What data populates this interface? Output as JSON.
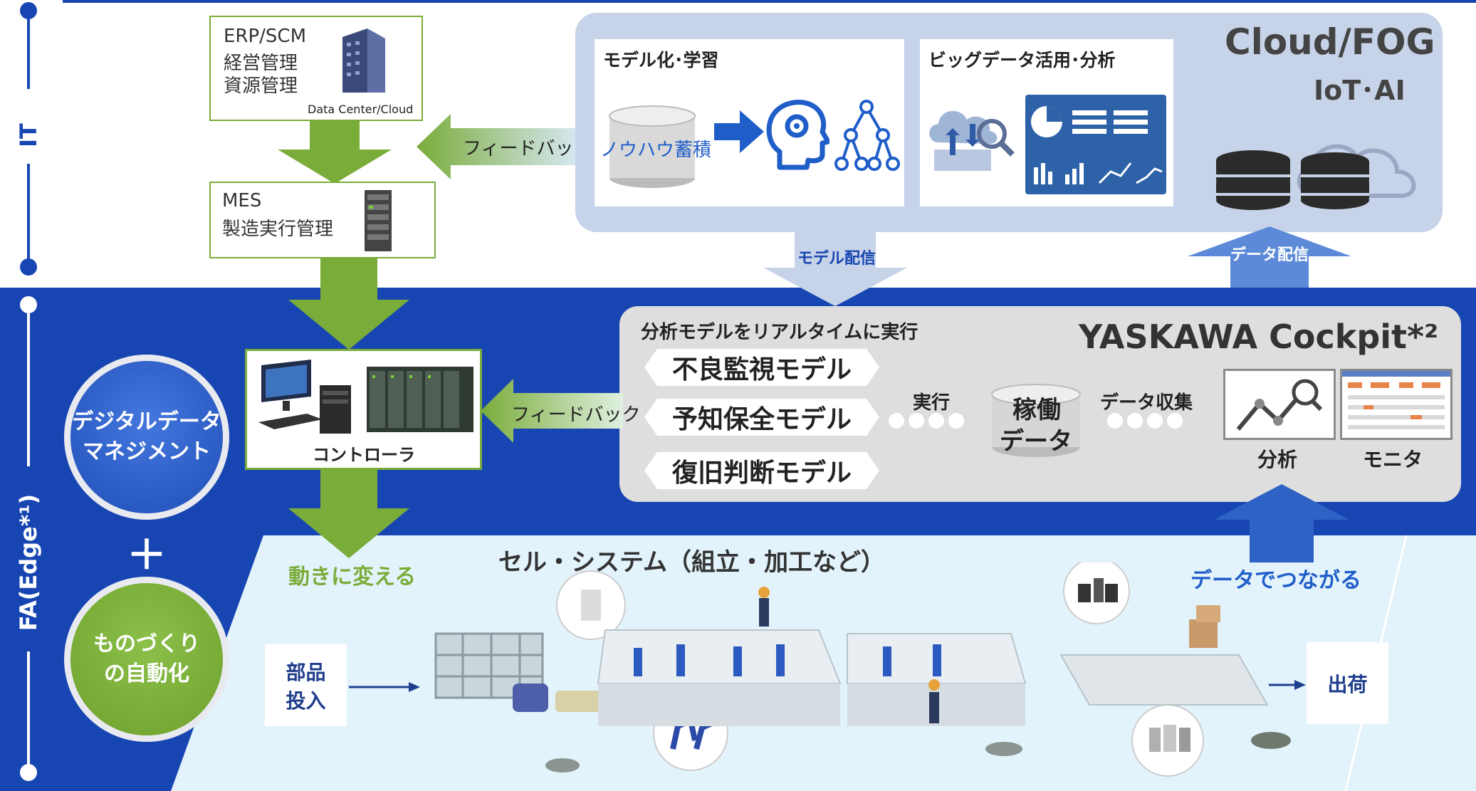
{
  "side": {
    "it_label": "IT",
    "fa_label": "FA(Edge*¹)"
  },
  "erp": {
    "line1": "ERP/SCM",
    "line2": "経営管理",
    "line3": "資源管理",
    "caption": "Data Center/Cloud"
  },
  "mes": {
    "line1": "MES",
    "line2": "製造実行管理"
  },
  "feedback_top": "フィードバック",
  "feedback_mid": "フィードバック",
  "cloud": {
    "title": "Cloud/FOG",
    "subtitle": "IoT･AI",
    "modeling_title": "モデル化･学習",
    "knowhow": "ノウハウ蓄積",
    "bigdata_title": "ビッグデータ活用･分析"
  },
  "model_delivery": "モデル配信",
  "data_delivery": "データ配信",
  "cockpit": {
    "title": "YASKAWA Cockpit*²",
    "subtitle": "分析モデルをリアルタイムに実行",
    "models": [
      "不良監視モデル",
      "予知保全モデル",
      "復旧判断モデル"
    ],
    "execute": "実行",
    "operation_data_l1": "稼働",
    "operation_data_l2": "データ",
    "data_collect": "データ収集",
    "analysis": "分析",
    "monitor": "モニタ"
  },
  "controller": "コントローラ",
  "action": "動きに変える",
  "connect": "データでつながる",
  "digital": {
    "line1": "デジタルデータ",
    "line2": "マネジメント"
  },
  "plus": "＋",
  "automation": {
    "line1": "ものづくり",
    "line2": "の自動化"
  },
  "cell_title": "セル・システム（組立・加工など）",
  "parts": {
    "line1": "部品",
    "line2": "投入"
  },
  "shipping": "出荷",
  "colors": {
    "fa_blue": "#1746b2",
    "green": "#7aac3a",
    "cloud_panel": "#c7d3e8",
    "accent_blue": "#1f5dc9"
  }
}
